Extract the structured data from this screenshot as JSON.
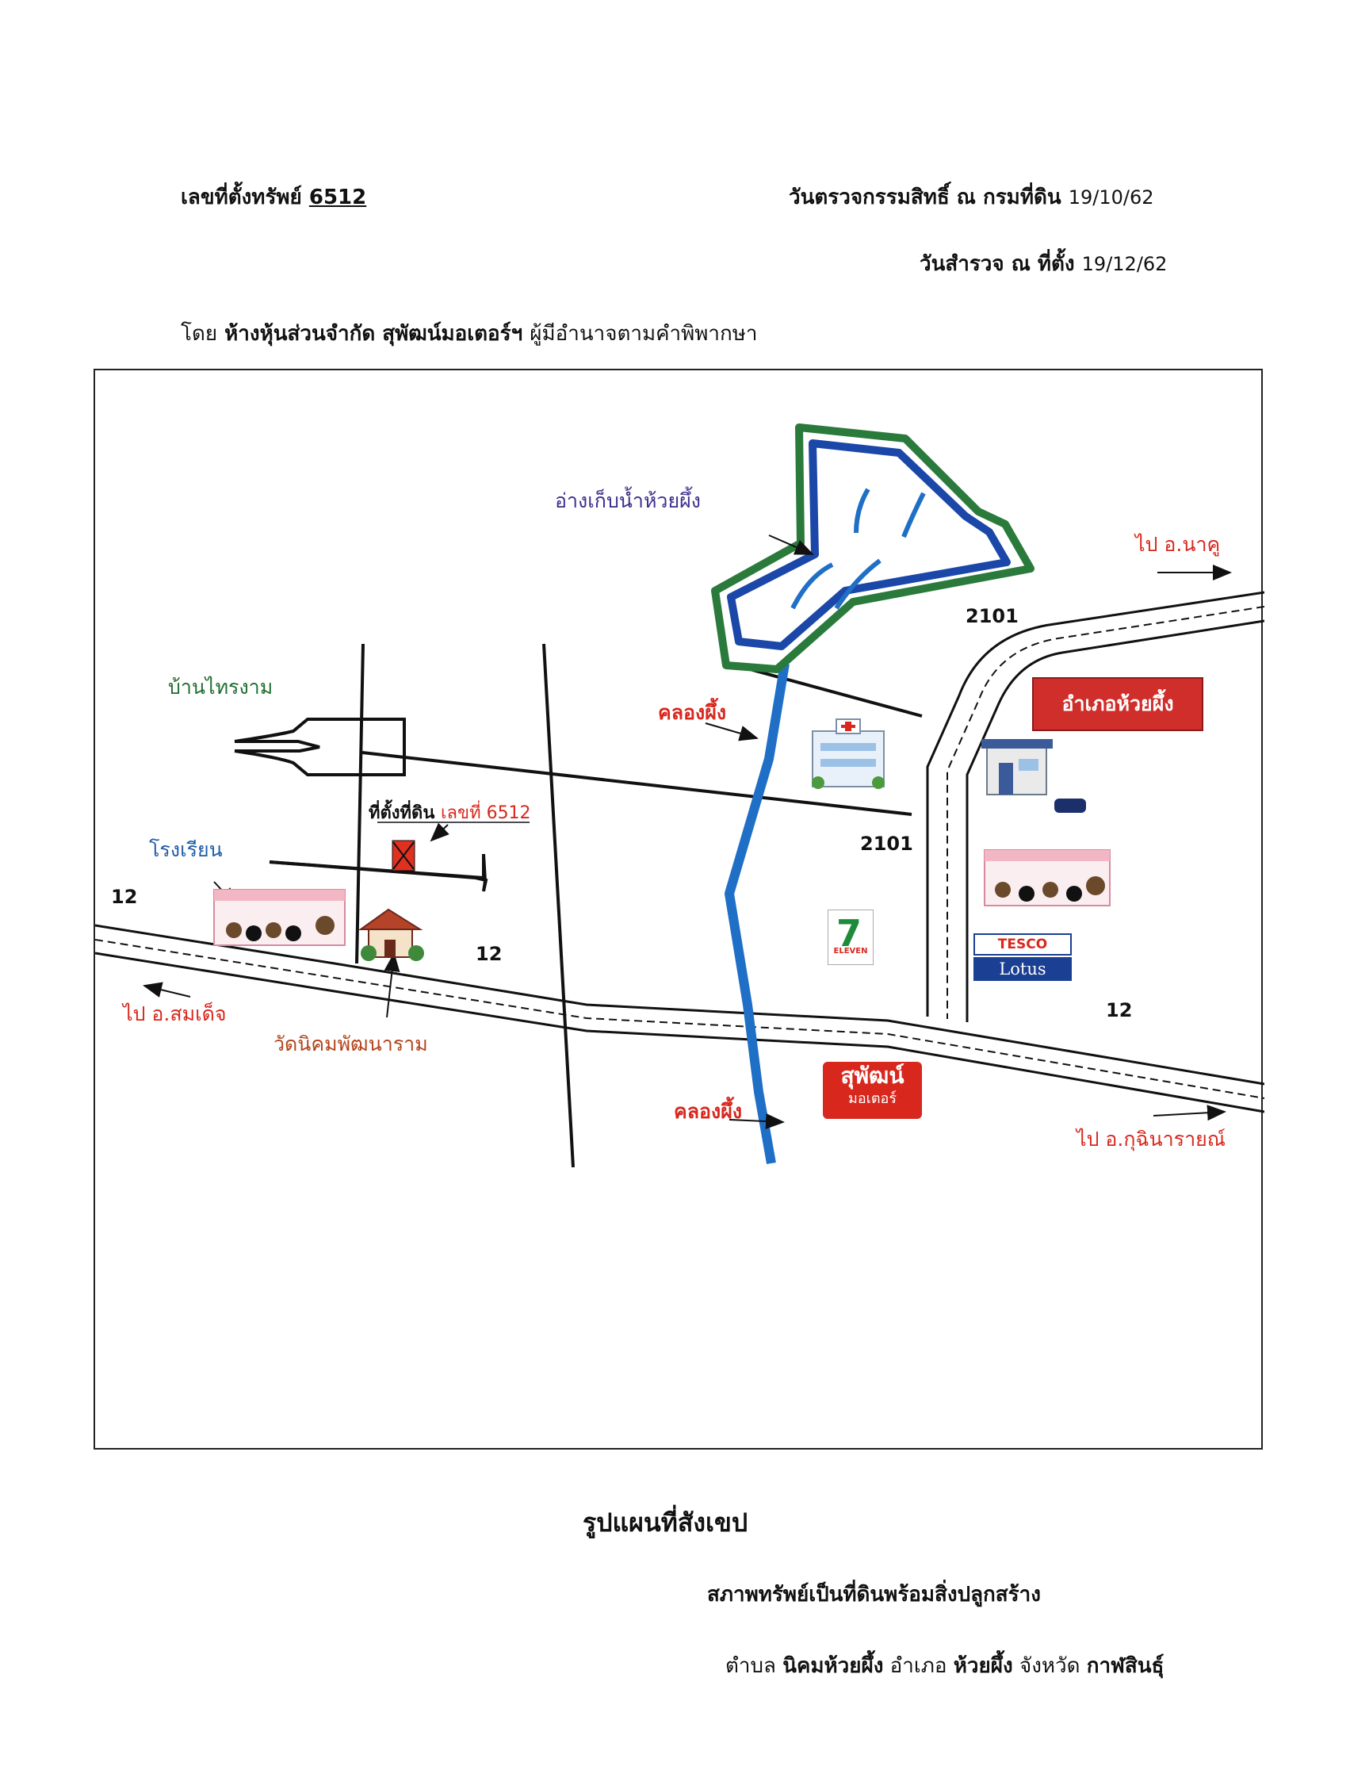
{
  "header": {
    "property_no_label": "เลขที่ตั้งทรัพย์",
    "property_no": "6512",
    "title_check_label": "วันตรวจกรรมสิทธิ์ ณ กรมที่ดิน",
    "title_check_date": "19/10/62",
    "survey_label": "วันสำรวจ ณ ที่ตั้ง",
    "survey_date": "19/12/62",
    "by_prefix": "โดย",
    "company": "ห้างหุ้นส่วนจำกัด สุพัฒน์มอเตอร์ฯ",
    "by_suffix": "ผู้มีอำนาจตามคำพิพากษา"
  },
  "map": {
    "reservoir": "อ่างเก็บน้ำห้วยผึ้ง",
    "to_nakhu": "ไป อ.นาคู",
    "road_2101_top": "2101",
    "road_2101_mid": "2101",
    "district_office": "อำเภอห้วยผึ้ง",
    "village": "บ้านไทรงาม",
    "canal_top": "คลองผึ้ง",
    "canal_bottom": "คลองผึ้ง",
    "land_location_label": "ที่ตั้งที่ดิน",
    "land_location_no": "เลขที่ 6512",
    "school": "โรงเรียน",
    "road_12_left": "12",
    "road_12_mid": "12",
    "road_12_right": "12",
    "to_somdet": "ไป อ.สมเด็จ",
    "temple": "วัดนิคมพัฒนาราม",
    "to_kuchinarai": "ไป อ.กุฉินารายณ์",
    "seven_eleven": "7",
    "seven_eleven_text": "ELEVEN",
    "tesco_top": "TESCO",
    "tesco_bottom": "Lotus",
    "suphat_line1": "สุพัฒน์",
    "suphat_line2": "มอเตอร์"
  },
  "footer": {
    "title": "รูปแผนที่สังเขป",
    "condition": "สภาพทรัพย์เป็นที่ดินพร้อมสิ่งปลูกสร้าง",
    "tambon_label": "ตำบล",
    "tambon": "นิคมห้วยผึ้ง",
    "amphoe_label": "อำเภอ",
    "amphoe": "ห้วยผึ้ง",
    "province_label": "จังหวัด",
    "province": "กาฬสินธุ์"
  },
  "colors": {
    "river": "#1f6fc6",
    "reservoir_outer": "#2a7a3c",
    "reservoir_inner": "#1b47a8",
    "accent_red": "#d8281e"
  }
}
